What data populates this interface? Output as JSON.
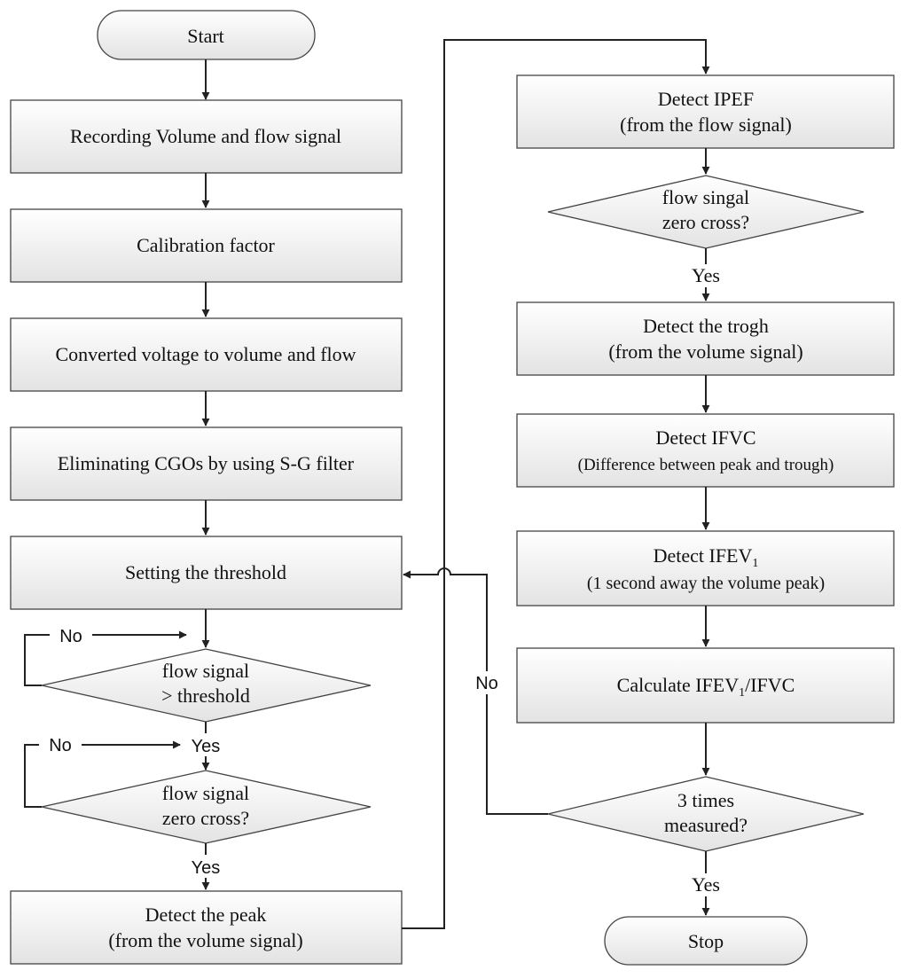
{
  "nodes": {
    "start": "Start",
    "recording": "Recording Volume and flow signal",
    "calibration": "Calibration factor",
    "converted": "Converted voltage to volume and flow",
    "eliminating": "Eliminating CGOs by using S-G filter",
    "threshold": "Setting the threshold",
    "dec_threshold_1": "flow signal",
    "dec_threshold_2": "> threshold",
    "dec_zero_left_1": "flow signal",
    "dec_zero_left_2": "zero cross?",
    "peak_1": "Detect the peak",
    "peak_2": "(from the volume signal)",
    "ipef_1": "Detect IPEF",
    "ipef_2": "(from the flow signal)",
    "dec_zero_right_1": "flow singal",
    "dec_zero_right_2": "zero cross?",
    "trough_1": "Detect the trogh",
    "trough_2": "(from the volume signal)",
    "ifvc_1": "Detect IFVC",
    "ifvc_2": "(Difference between peak and trough)",
    "ifev1_1_main": "Detect IFEV",
    "ifev1_1_sub": "1",
    "ifev1_2": "(1 second away the volume peak)",
    "calc_a": "Calculate IFEV",
    "calc_sub": "1",
    "calc_b": "/IFVC",
    "dec_times_1": "3 times",
    "dec_times_2": "measured?",
    "stop": "Stop"
  },
  "edge_labels": {
    "no_threshold": "No",
    "yes_threshold": "Yes",
    "no_zero_left": "No",
    "yes_zero_left": "Yes",
    "yes_zero_right": "Yes",
    "no_times": "No",
    "yes_times": "Yes"
  },
  "colors": {
    "box_fill_top": "#ffffff",
    "box_fill_bottom": "#e6e6e6",
    "stroke": "#444444",
    "line": "#222222"
  }
}
